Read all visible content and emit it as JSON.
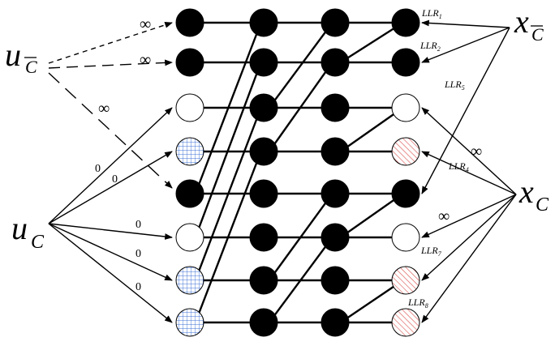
{
  "labels": {
    "u_cbar_base": "u",
    "u_cbar_sub": "C",
    "x_cbar_base": "x",
    "x_cbar_sub": "C",
    "u_c_base": "u",
    "u_c_sub": "C",
    "x_c_base": "x",
    "x_c_sub": "C"
  },
  "edge_labels": {
    "inf_top1": "∞",
    "inf_top2": "∞",
    "inf_mid": "∞",
    "inf_right1": "∞",
    "inf_right2": "∞",
    "zero_1": "0",
    "zero_2": "0",
    "zero_3": "0",
    "zero_4": "0",
    "zero_5": "0"
  },
  "llr": [
    {
      "base": "LLR",
      "sub": "1"
    },
    {
      "base": "LLR",
      "sub": "2"
    },
    {
      "base": "LLR",
      "sub": "5"
    },
    {
      "base": "LLR",
      "sub": "4"
    },
    {
      "base": "LLR",
      "sub": "7"
    },
    {
      "base": "LLR",
      "sub": "8"
    }
  ],
  "node_types": [
    [
      "black",
      "black",
      "black",
      "black"
    ],
    [
      "black",
      "black",
      "black",
      "black"
    ],
    [
      "white",
      "black",
      "black",
      "white"
    ],
    [
      "blue-grid",
      "black",
      "black",
      "red-hatch"
    ],
    [
      "black",
      "black",
      "black",
      "black"
    ],
    [
      "white",
      "black",
      "black",
      "white"
    ],
    [
      "blue-grid",
      "black",
      "black",
      "red-hatch"
    ],
    [
      "blue-grid",
      "black",
      "black",
      "red-hatch"
    ]
  ],
  "colors": {
    "black_node": "#000000",
    "grid_line": "#3b6fd4",
    "hatch_line": "#d9534f"
  }
}
